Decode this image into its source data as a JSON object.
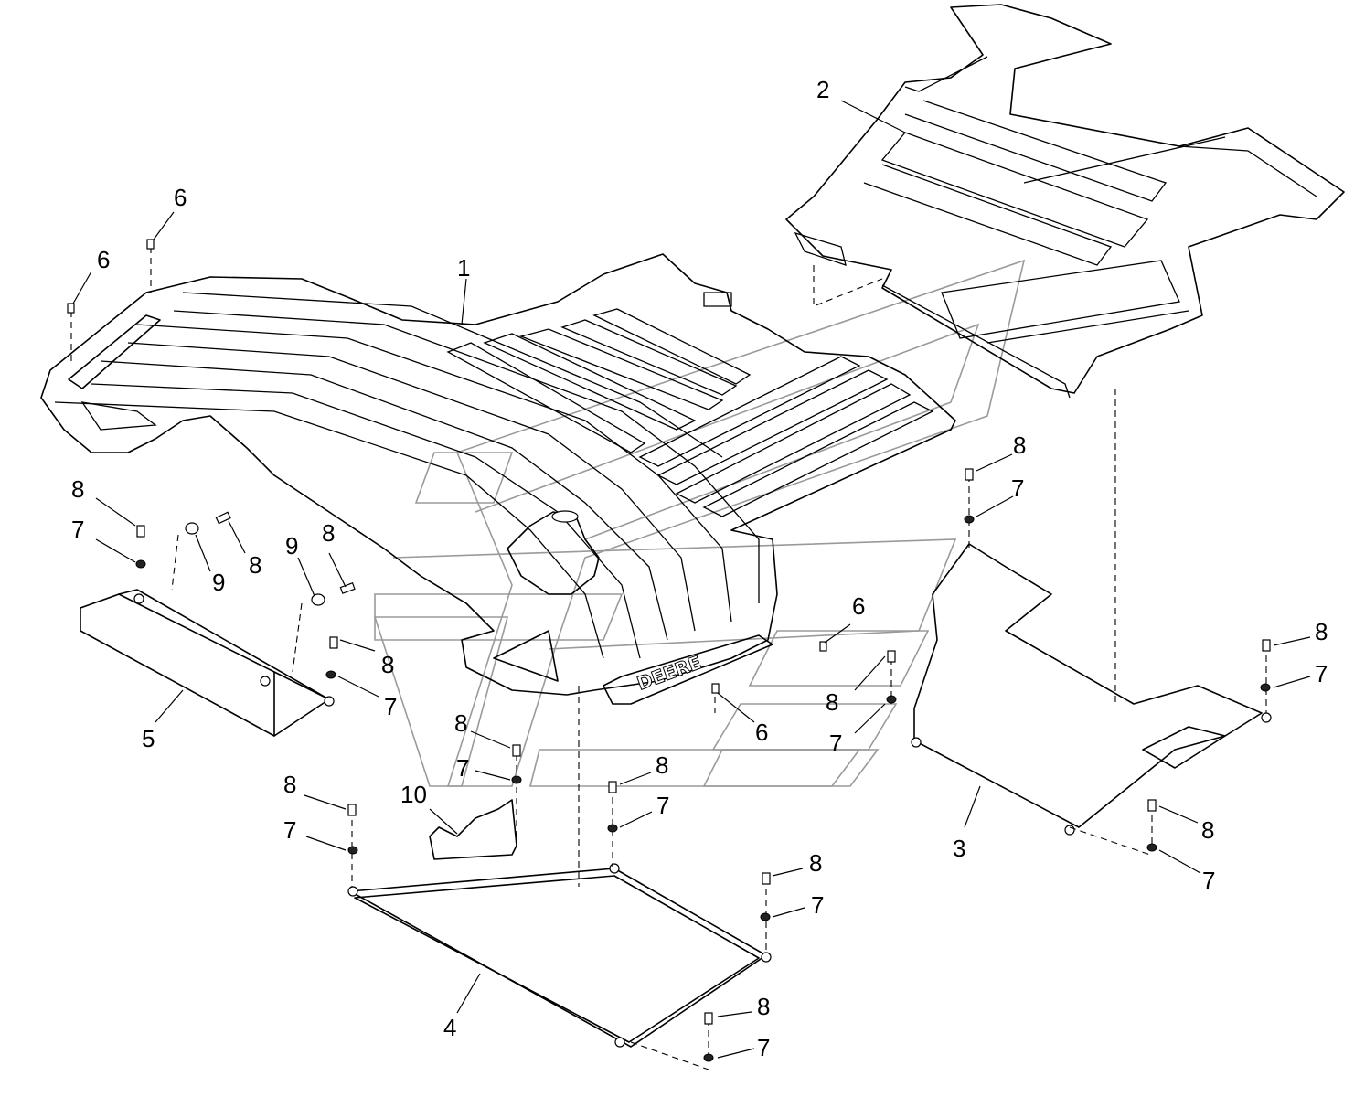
{
  "diagram": {
    "type": "exploded parts diagram",
    "emblem_text": "DEERE",
    "callouts": [
      {
        "id": "c1",
        "label": "1",
        "part": "mat"
      },
      {
        "id": "c2",
        "label": "2",
        "part": "floor-mat-rear"
      },
      {
        "id": "c3",
        "label": "3",
        "part": "skid-plate-right"
      },
      {
        "id": "c4",
        "label": "4",
        "part": "skid-plate-center"
      },
      {
        "id": "c5",
        "label": "5",
        "part": "side-shield-left"
      },
      {
        "id": "c6a",
        "label": "6",
        "part": "screw"
      },
      {
        "id": "c6b",
        "label": "6",
        "part": "screw"
      },
      {
        "id": "c6c",
        "label": "6",
        "part": "screw"
      },
      {
        "id": "c6d",
        "label": "6",
        "part": "screw"
      },
      {
        "id": "c7a",
        "label": "7",
        "part": "nut"
      },
      {
        "id": "c7b",
        "label": "7",
        "part": "nut"
      },
      {
        "id": "c7c",
        "label": "7",
        "part": "nut"
      },
      {
        "id": "c7d",
        "label": "7",
        "part": "nut"
      },
      {
        "id": "c7e",
        "label": "7",
        "part": "nut"
      },
      {
        "id": "c7f",
        "label": "7",
        "part": "nut"
      },
      {
        "id": "c7g",
        "label": "7",
        "part": "nut"
      },
      {
        "id": "c7h",
        "label": "7",
        "part": "nut"
      },
      {
        "id": "c7i",
        "label": "7",
        "part": "nut"
      },
      {
        "id": "c7j",
        "label": "7",
        "part": "nut"
      },
      {
        "id": "c7k",
        "label": "7",
        "part": "nut"
      },
      {
        "id": "c8a",
        "label": "8",
        "part": "bolt"
      },
      {
        "id": "c8b",
        "label": "8",
        "part": "bolt"
      },
      {
        "id": "c8c",
        "label": "8",
        "part": "bolt"
      },
      {
        "id": "c8d",
        "label": "8",
        "part": "bolt"
      },
      {
        "id": "c8e",
        "label": "8",
        "part": "bolt"
      },
      {
        "id": "c8f",
        "label": "8",
        "part": "bolt"
      },
      {
        "id": "c8g",
        "label": "8",
        "part": "bolt"
      },
      {
        "id": "c8h",
        "label": "8",
        "part": "bolt"
      },
      {
        "id": "c8i",
        "label": "8",
        "part": "bolt"
      },
      {
        "id": "c8j",
        "label": "8",
        "part": "bolt"
      },
      {
        "id": "c8k",
        "label": "8",
        "part": "bolt"
      },
      {
        "id": "c8l",
        "label": "8",
        "part": "bolt"
      },
      {
        "id": "c8m",
        "label": "8",
        "part": "bolt"
      },
      {
        "id": "c9a",
        "label": "9",
        "part": "washer"
      },
      {
        "id": "c9b",
        "label": "9",
        "part": "washer"
      },
      {
        "id": "c10",
        "label": "10",
        "part": "bracket"
      }
    ]
  }
}
